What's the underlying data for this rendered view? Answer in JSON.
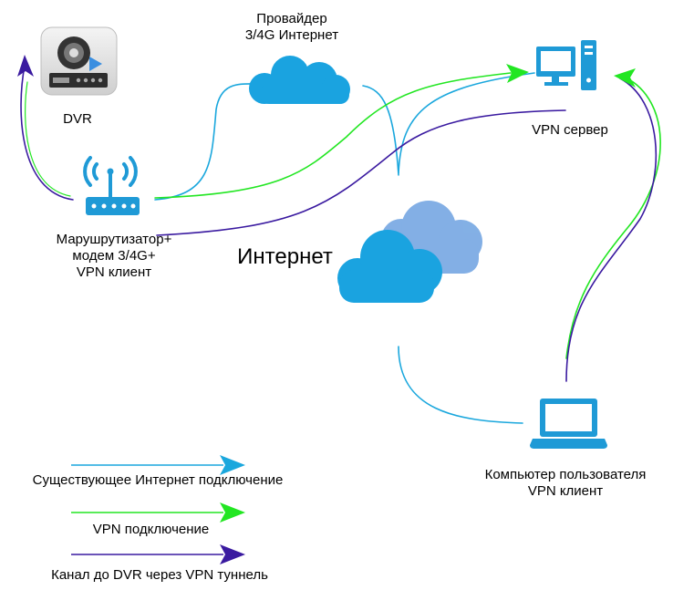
{
  "labels": {
    "provider_line1": "Провайдер",
    "provider_line2": "3/4G Интернет",
    "dvr": "DVR",
    "vpn_server": "VPN сервер",
    "router_line1": "Марушрутизатор+",
    "router_line2": "модем 3/4G+",
    "router_line3": "VPN клиент",
    "internet": "Интернет",
    "user_line1": "Компьютер пользователя",
    "user_line2": "VPN клиент"
  },
  "legend": {
    "existing": "Существующее Интернет подключение",
    "vpn": "VPN подключение",
    "dvr_channel": "Канал до DVR через VPN туннель"
  },
  "colors": {
    "internet": "#1aa7dd",
    "vpn": "#22e622",
    "tunnel": "#3a1aa0",
    "icon_blue": "#1f9ad6",
    "cloud": "#1aa3e0"
  },
  "icons": {
    "dvr": "dvr-device-icon",
    "router": "wifi-router-icon",
    "server": "desktop-computer-icon",
    "laptop": "laptop-icon",
    "provider_cloud": "cloud-icon",
    "internet_cloud": "cloud-icon"
  }
}
